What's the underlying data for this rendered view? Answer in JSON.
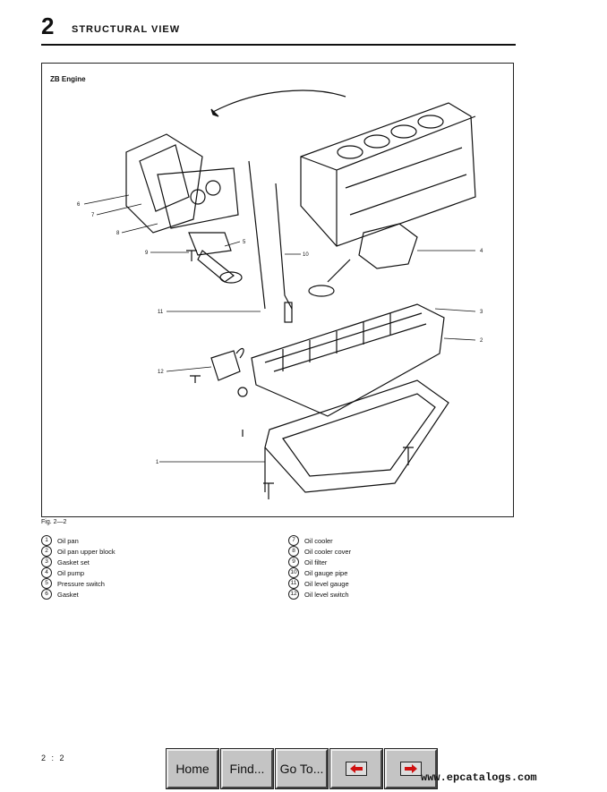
{
  "header": {
    "chapter_number": "2",
    "chapter_title": "STRUCTURAL VIEW"
  },
  "figure": {
    "title": "ZB Engine",
    "caption": "Fig. 2—2",
    "callouts": [
      "1",
      "2",
      "3",
      "4",
      "5",
      "6",
      "7",
      "8",
      "9",
      "10",
      "11",
      "12"
    ]
  },
  "legend": {
    "left": [
      {
        "num": "1",
        "label": "Oil pan"
      },
      {
        "num": "2",
        "label": "Oil pan upper block"
      },
      {
        "num": "3",
        "label": "Gasket set"
      },
      {
        "num": "4",
        "label": "Oil pump"
      },
      {
        "num": "5",
        "label": "Pressure switch"
      },
      {
        "num": "6",
        "label": "Gasket"
      }
    ],
    "right": [
      {
        "num": "7",
        "label": "Oil cooler"
      },
      {
        "num": "8",
        "label": "Oil cooler cover"
      },
      {
        "num": "9",
        "label": "Oil filter"
      },
      {
        "num": "10",
        "label": "Oil gauge pipe"
      },
      {
        "num": "11",
        "label": "Oil level gauge"
      },
      {
        "num": "12",
        "label": "Oil level switch"
      }
    ]
  },
  "footer": {
    "page_number": "2 : 2"
  },
  "nav": {
    "home_label": "Home",
    "find_label": "Find...",
    "goto_label": "Go To...",
    "prev_icon": "arrow-left-icon",
    "next_icon": "arrow-right-icon",
    "arrow_color": "#d01010"
  },
  "watermark": "www.epcatalogs.com"
}
